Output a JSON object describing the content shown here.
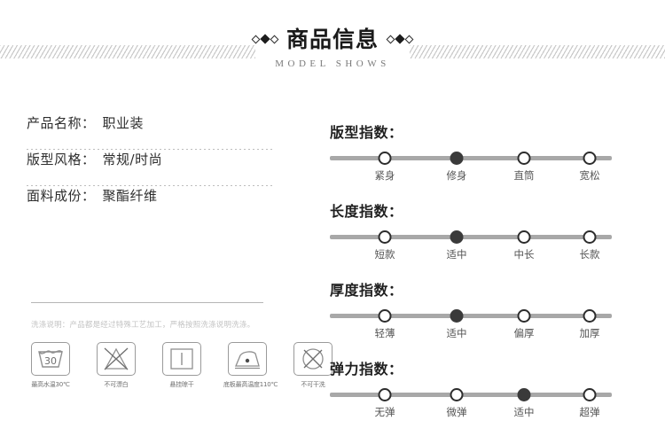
{
  "header": {
    "title": "商品信息",
    "subtitle": "MODEL SHOWS",
    "ornament_left": "diamond-trio",
    "ornament_right": "diamond-trio"
  },
  "left_panel": {
    "specs": [
      {
        "label": "产品名称：",
        "value": "职业装"
      },
      {
        "label": "版型风格：",
        "value": "常规/时尚"
      },
      {
        "label": "面料成份：",
        "value": "聚酯纤维"
      }
    ],
    "wash_note": "洗涤说明：产品都是经过特殊工艺加工，严格按照洗涤说明洗涤。",
    "care_icons": [
      {
        "icon": "wash-tub-icon",
        "temp": "30",
        "caption": "最高水温30℃"
      },
      {
        "icon": "no-bleach-triangle-icon",
        "caption": "不可漂白"
      },
      {
        "icon": "line-dry-icon",
        "caption": "悬挂晾干"
      },
      {
        "icon": "iron-one-dot-icon",
        "caption": "底板最高温度110℃"
      },
      {
        "icon": "no-dryclean-icon",
        "caption": "不可干洗"
      }
    ]
  },
  "right_panel": {
    "indices": [
      {
        "title": "版型指数：",
        "stops": [
          "紧身",
          "修身",
          "直筒",
          "宽松"
        ],
        "selected_index": 1
      },
      {
        "title": "长度指数：",
        "stops": [
          "短款",
          "适中",
          "中长",
          "长款"
        ],
        "selected_index": 1
      },
      {
        "title": "厚度指数：",
        "stops": [
          "轻薄",
          "适中",
          "偏厚",
          "加厚"
        ],
        "selected_index": 1
      },
      {
        "title": "弹力指数：",
        "stops": [
          "无弹",
          "微弹",
          "适中",
          "超弹"
        ],
        "selected_index": 2
      }
    ]
  },
  "colors": {
    "text_dark": "#1a1a1a",
    "text_muted": "#555555",
    "track": "#a8a8a8",
    "stop_filled": "#3a3a3a",
    "hatch": "#c9c9c9",
    "care_stroke": "#9a9a9a"
  }
}
